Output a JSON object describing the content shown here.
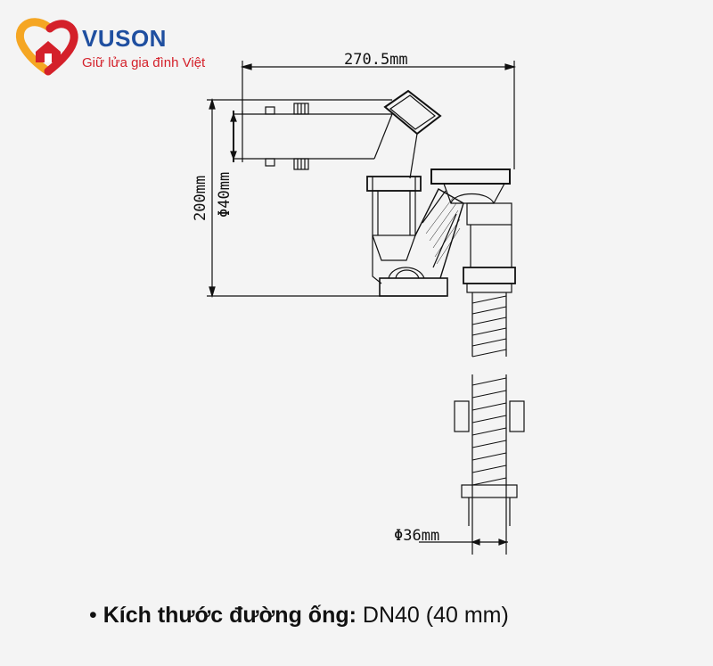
{
  "brand": {
    "name": "VUSON",
    "slogan": "Giữ lửa gia đình Việt",
    "colors": {
      "red": "#d4202a",
      "orange": "#f5a623",
      "blue": "#1f4fa0"
    },
    "icon": "house-heart-logo-icon"
  },
  "drawing": {
    "width_label": "270.5mm",
    "height_label": "200mm",
    "inlet_diameter_label": "Φ40mm",
    "outlet_diameter_label": "Φ36mm"
  },
  "caption": {
    "bullet": "•",
    "label": "Kích thước đường ống:",
    "value": "DN40 (40 mm)"
  }
}
